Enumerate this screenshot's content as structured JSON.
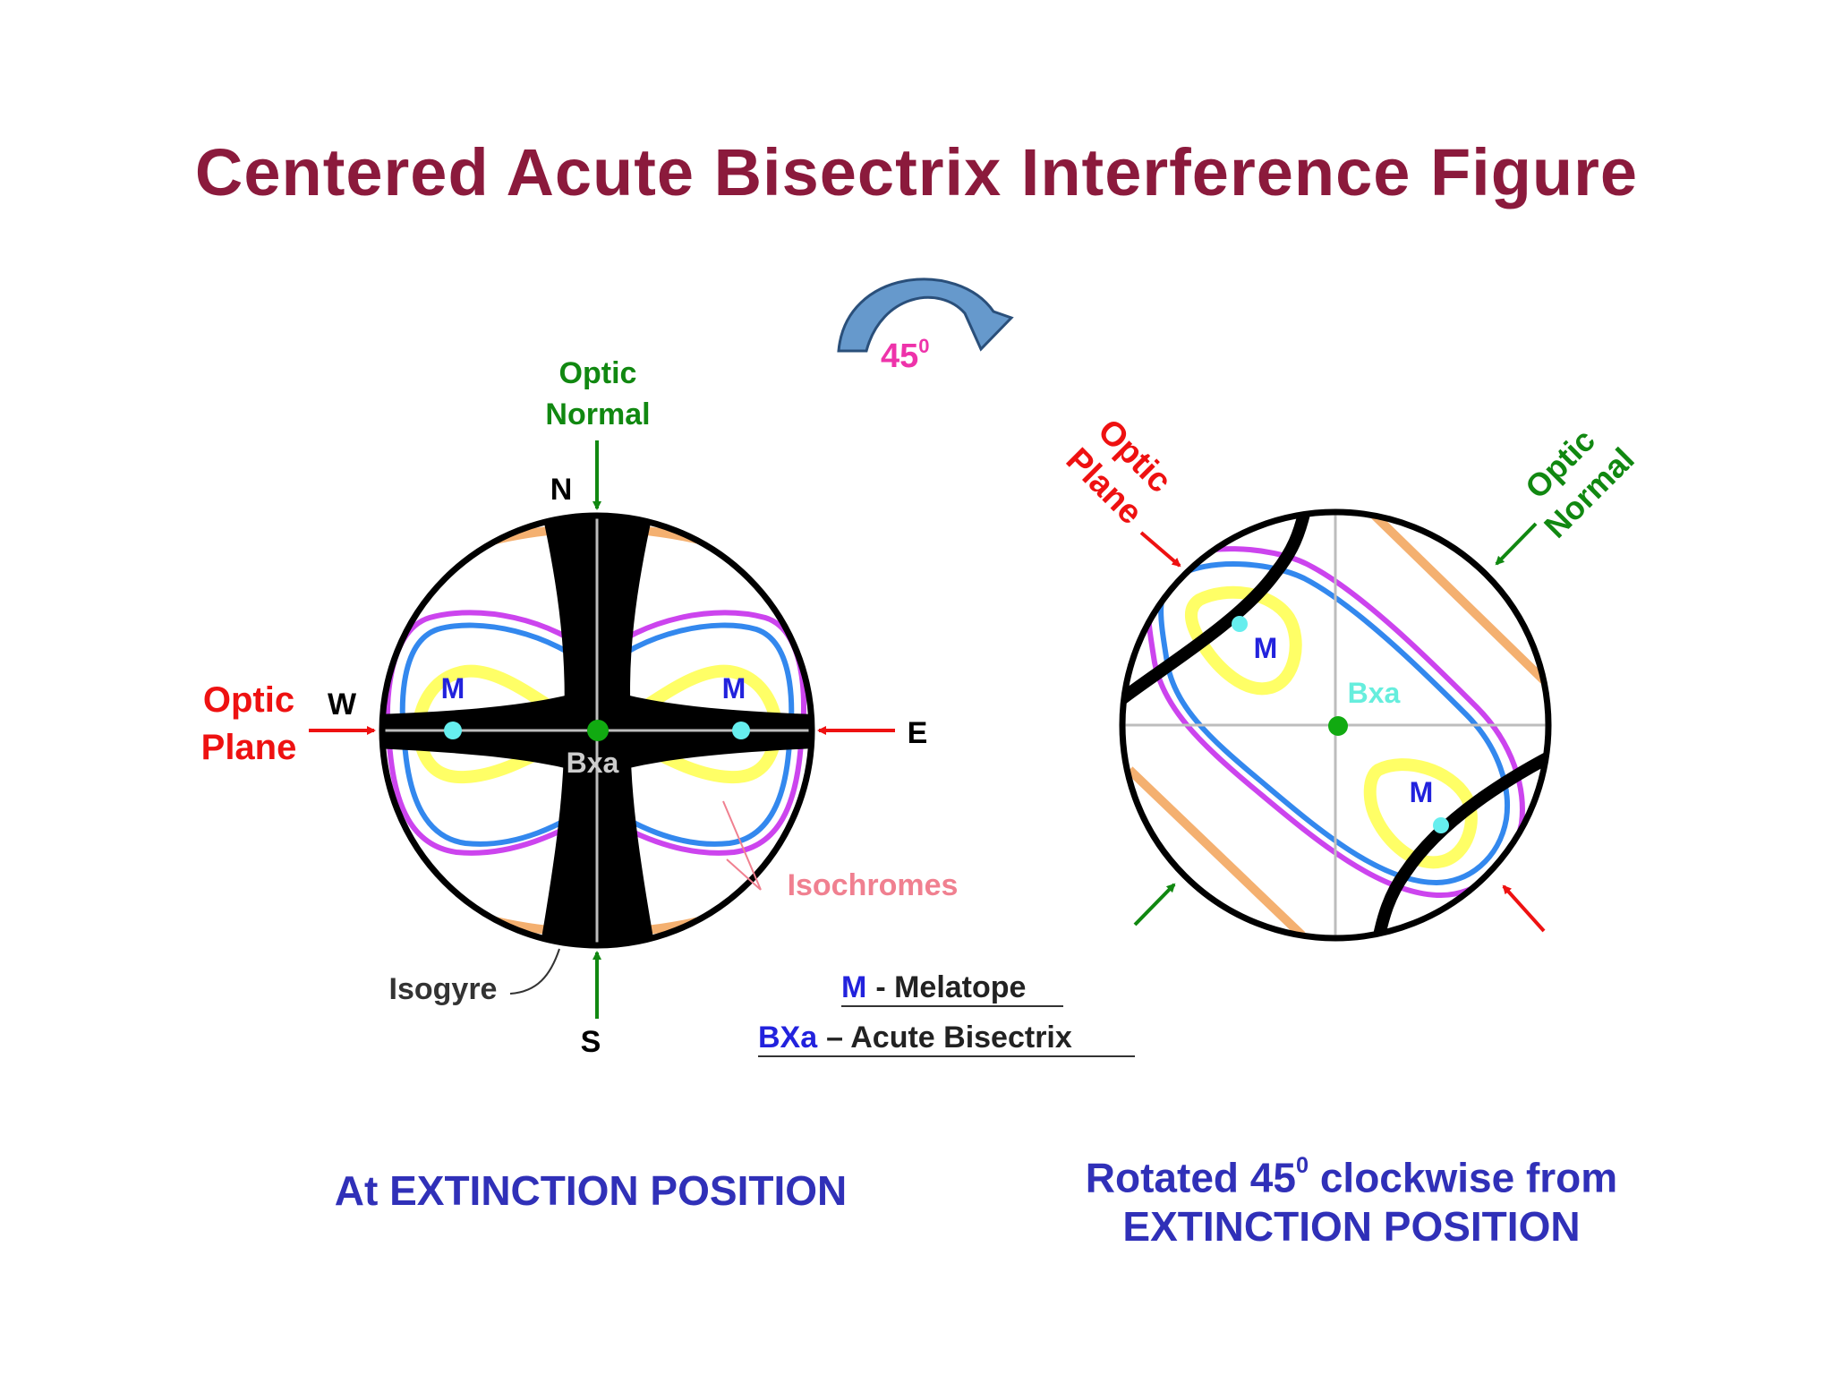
{
  "title": "Centered Acute Bisectrix Interference Figure",
  "rotation": {
    "value": "45",
    "unit": "0"
  },
  "left_figure": {
    "optic_normal": [
      "Optic",
      "Normal"
    ],
    "optic_plane": [
      "Optic",
      "Plane"
    ],
    "north": "N",
    "south": "S",
    "west": "W",
    "east": "E",
    "melatope": "M",
    "bisectrix": "Bxa",
    "isochromes": "Isochromes",
    "isogyre": "Isogyre"
  },
  "legend": {
    "m_symbol": "M",
    "m_text": "- Melatope",
    "bxa_symbol": "BXa",
    "bxa_text": "– Acute Bisectrix"
  },
  "right_figure": {
    "optic_plane": [
      "Optic",
      "Plane"
    ],
    "optic_normal": [
      "Optic",
      "Normal"
    ],
    "melatope": "M",
    "bisectrix": "Bxa"
  },
  "captions": {
    "left": "At EXTINCTION POSITION",
    "right_line1_pre": "Rotated 45",
    "right_line1_sup": "0",
    "right_line1_post": " clockwise from",
    "right_line2": "EXTINCTION POSITION"
  },
  "colors": {
    "title": "#8b1a3c",
    "caption": "#3030b8",
    "isogyre": "#000000",
    "isochrome_yellow": "#ffff66",
    "isochrome_purple": "#cc44ee",
    "isochrome_blue": "#3388ee",
    "isochrome_orange": "#f4b070",
    "optic_plane_arrow": "#ee1111",
    "optic_normal_arrow": "#118811",
    "melatope_dot": "#66eeee",
    "bxa_dot": "#11aa11",
    "rotation_arrow": "#6699cc",
    "rotation_label": "#ee33aa"
  }
}
